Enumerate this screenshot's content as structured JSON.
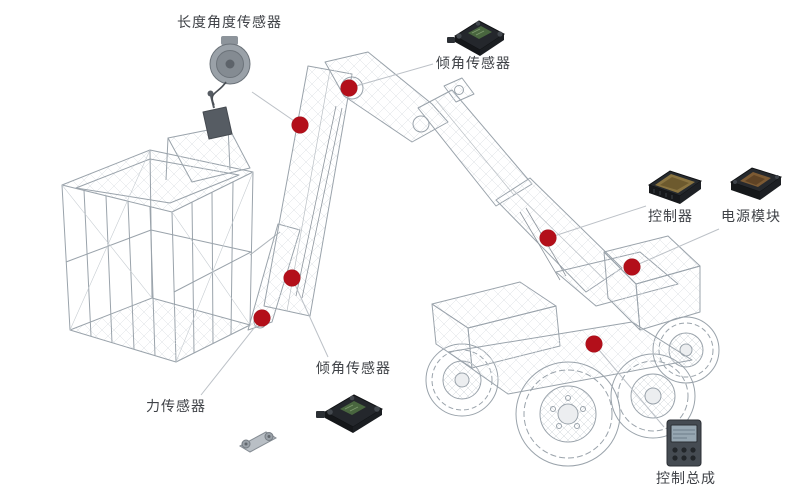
{
  "diagram": {
    "labels": {
      "length_angle_sensor": "长度角度传感器",
      "tilt_sensor_top": "倾角传感器",
      "controller": "控制器",
      "power_module": "电源模块",
      "tilt_sensor_bottom": "倾角传感器",
      "force_sensor": "力传感器",
      "control_assembly": "控制总成"
    },
    "images": {
      "machine": "wireframe-articulated-boom-lift",
      "length_angle_sensor": "draw-wire-length-angle-sensor-photo",
      "tilt_sensor_top": "tilt-sensor-module-photo",
      "controller": "controller-module-photo",
      "power_module": "power-module-photo",
      "tilt_sensor_bottom": "tilt-sensor-module-photo",
      "force_sensor": "s-type-load-cell-photo",
      "control_assembly": "control-panel-photo"
    },
    "colors": {
      "background": "#ffffff",
      "marker": "#b30f1a",
      "wireframe": "#9aa3ab",
      "leader_line": "#bcc1c7",
      "label_text": "#3f4247"
    }
  }
}
